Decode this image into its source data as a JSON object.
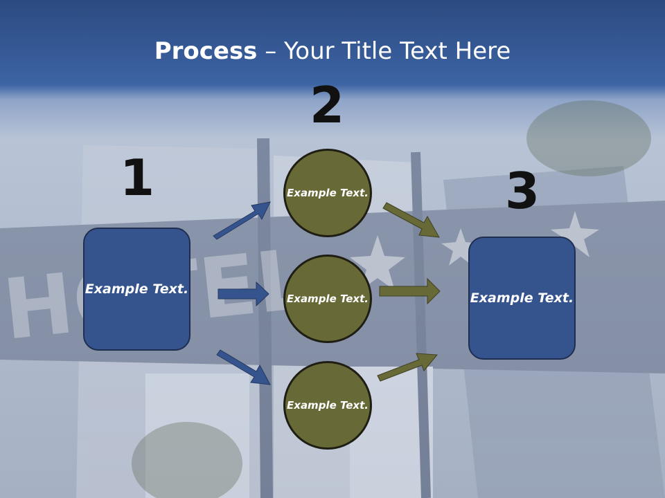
{
  "title": {
    "bold": "Process",
    "rest": " – Your Title Text Here"
  },
  "steps": [
    "1",
    "2",
    "3"
  ],
  "left_box": "Example Text.",
  "circles": [
    "Example Text.",
    "Example Text.",
    "Example Text."
  ],
  "right_box": "Example Text.",
  "colors": {
    "box": "#35548e",
    "circle": "#676936",
    "arrow_blue": "#35548e",
    "arrow_olive": "#676936",
    "title_band": "#3a5e9a"
  },
  "background": {
    "sign_text": "HOTEL"
  }
}
